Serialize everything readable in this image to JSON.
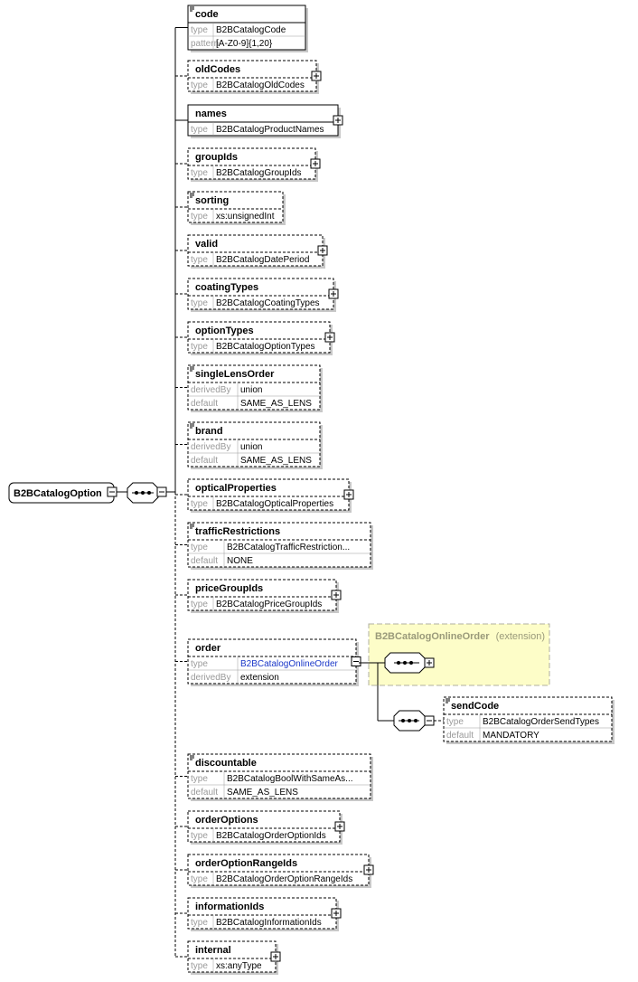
{
  "root": {
    "name": "B2BCatalogOption"
  },
  "elements": [
    {
      "name": "code",
      "optional": false,
      "expand": false,
      "props": [
        [
          "type",
          "B2BCatalogCode"
        ],
        [
          "pattern",
          "[A-Z0-9]{1,20}"
        ]
      ]
    },
    {
      "name": "oldCodes",
      "optional": true,
      "expand": true,
      "props": [
        [
          "type",
          "B2BCatalogOldCodes"
        ]
      ]
    },
    {
      "name": "names",
      "optional": false,
      "expand": true,
      "props": [
        [
          "type",
          "B2BCatalogProductNames"
        ]
      ]
    },
    {
      "name": "groupIds",
      "optional": true,
      "expand": true,
      "props": [
        [
          "type",
          "B2BCatalogGroupIds"
        ]
      ]
    },
    {
      "name": "sorting",
      "optional": true,
      "expand": false,
      "props": [
        [
          "type",
          "xs:unsignedInt"
        ]
      ]
    },
    {
      "name": "valid",
      "optional": true,
      "expand": true,
      "props": [
        [
          "type",
          "B2BCatalogDatePeriod"
        ]
      ]
    },
    {
      "name": "coatingTypes",
      "optional": true,
      "expand": true,
      "props": [
        [
          "type",
          "B2BCatalogCoatingTypes"
        ]
      ]
    },
    {
      "name": "optionTypes",
      "optional": true,
      "expand": true,
      "props": [
        [
          "type",
          "B2BCatalogOptionTypes"
        ]
      ]
    },
    {
      "name": "singleLensOrder",
      "optional": true,
      "expand": false,
      "props": [
        [
          "derivedBy",
          "union"
        ],
        [
          "default",
          "SAME_AS_LENS"
        ]
      ]
    },
    {
      "name": "brand",
      "optional": true,
      "expand": false,
      "props": [
        [
          "derivedBy",
          "union"
        ],
        [
          "default",
          "SAME_AS_LENS"
        ]
      ]
    },
    {
      "name": "opticalProperties",
      "optional": true,
      "expand": true,
      "props": [
        [
          "type",
          "B2BCatalogOpticalProperties"
        ]
      ]
    },
    {
      "name": "trafficRestrictions",
      "optional": true,
      "expand": false,
      "props": [
        [
          "type",
          "B2BCatalogTrafficRestriction..."
        ],
        [
          "default",
          "NONE"
        ]
      ]
    },
    {
      "name": "priceGroupIds",
      "optional": true,
      "expand": true,
      "props": [
        [
          "type",
          "B2BCatalogPriceGroupIds"
        ]
      ]
    },
    {
      "name": "order",
      "optional": true,
      "expand": false,
      "collapse": true,
      "link": true,
      "props": [
        [
          "type",
          "B2BCatalogOnlineOrder"
        ],
        [
          "derivedBy",
          "extension"
        ]
      ]
    },
    {
      "name": "discountable",
      "optional": true,
      "expand": false,
      "props": [
        [
          "type",
          "B2BCatalogBoolWithSameAs..."
        ],
        [
          "default",
          "SAME_AS_LENS"
        ]
      ]
    },
    {
      "name": "orderOptions",
      "optional": true,
      "expand": true,
      "props": [
        [
          "type",
          "B2BCatalogOrderOptionIds"
        ]
      ]
    },
    {
      "name": "orderOptionRangeIds",
      "optional": true,
      "expand": true,
      "props": [
        [
          "type",
          "B2BCatalogOrderOptionRangeIds"
        ]
      ]
    },
    {
      "name": "informationIds",
      "optional": true,
      "expand": true,
      "props": [
        [
          "type",
          "B2BCatalogInformationIds"
        ]
      ]
    },
    {
      "name": "internal",
      "optional": true,
      "expand": true,
      "props": [
        [
          "type",
          "xs:anyType"
        ]
      ]
    }
  ],
  "extension": {
    "title": "B2BCatalogOnlineOrder",
    "subtitle": "(extension)",
    "child": {
      "name": "sendCode",
      "optional": true,
      "expand": false,
      "props": [
        [
          "type",
          "B2BCatalogOrderSendTypes"
        ],
        [
          "default",
          "MANDATORY"
        ]
      ]
    }
  }
}
